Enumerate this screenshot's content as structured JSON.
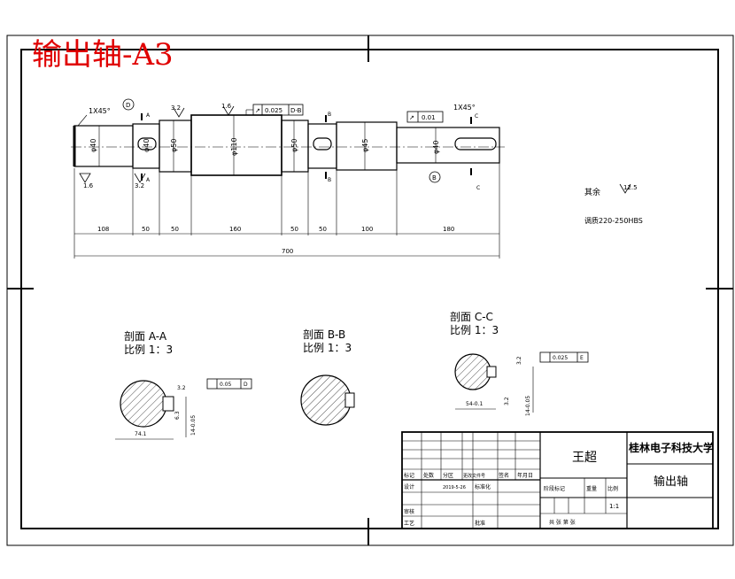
{
  "title": "输出轴-A3",
  "chamfer_left": "1X45°",
  "chamfer_right": "1X45°",
  "datum_d": "D",
  "datum_b": "B",
  "sect_a": "A",
  "sect_b": "B",
  "sect_c": "C",
  "rough": {
    "r1": "1.6",
    "r2": "3.2",
    "r3": "3.2",
    "r4": "1.6"
  },
  "fcf_top": {
    "sym": "↗",
    "tol": "0.025",
    "ref": "D-B"
  },
  "fcf_runout": {
    "sym": "↗",
    "tol": "0.01"
  },
  "diam": {
    "d1": "φ40",
    "d2": "φ40",
    "d3": "φ50",
    "d4": "φ110",
    "d5": "φ50",
    "d6": "φ45",
    "d7": "φ40"
  },
  "lengths": [
    "108",
    "50",
    "50",
    "160",
    "50",
    "50",
    "100",
    "180"
  ],
  "total_length": "700",
  "notes": {
    "other_label": "其余",
    "other_rough": "12.5",
    "heat_treat": "调质220-250HBS"
  },
  "sections": [
    {
      "name": "剖面 A-A",
      "scale": "比例 1：3",
      "tol": "0.05",
      "ref": "D",
      "rough": "3.2",
      "dim1": "14-0.05",
      "dim2": "74.1",
      "dim3": "6.3"
    },
    {
      "name": "剖面 B-B",
      "scale": "比例 1：3"
    },
    {
      "name": "剖面 C-C",
      "scale": "比例 1：3",
      "tol": "0.025",
      "ref": "E",
      "rough": "3.2",
      "dim1": "14-0.05",
      "dim2": "54-0.1",
      "dim3": "3.2"
    }
  ],
  "title_block": {
    "designer": "王超",
    "school": "桂林电子科技大学",
    "part_name": "输出轴",
    "ratio": "1:1",
    "row_labels": [
      "标记",
      "处数",
      "分区",
      "更改文件号",
      "签名",
      "年月日"
    ],
    "design_label": "设计",
    "date": "2019-5-26",
    "standard_label": "标准化",
    "check_label": "审核",
    "process_label": "工艺",
    "approve_label": "批准",
    "stage_label": "阶段标记",
    "weight_label": "重量",
    "scale_label": "比例",
    "sheets_label": "共 张 第 张"
  }
}
